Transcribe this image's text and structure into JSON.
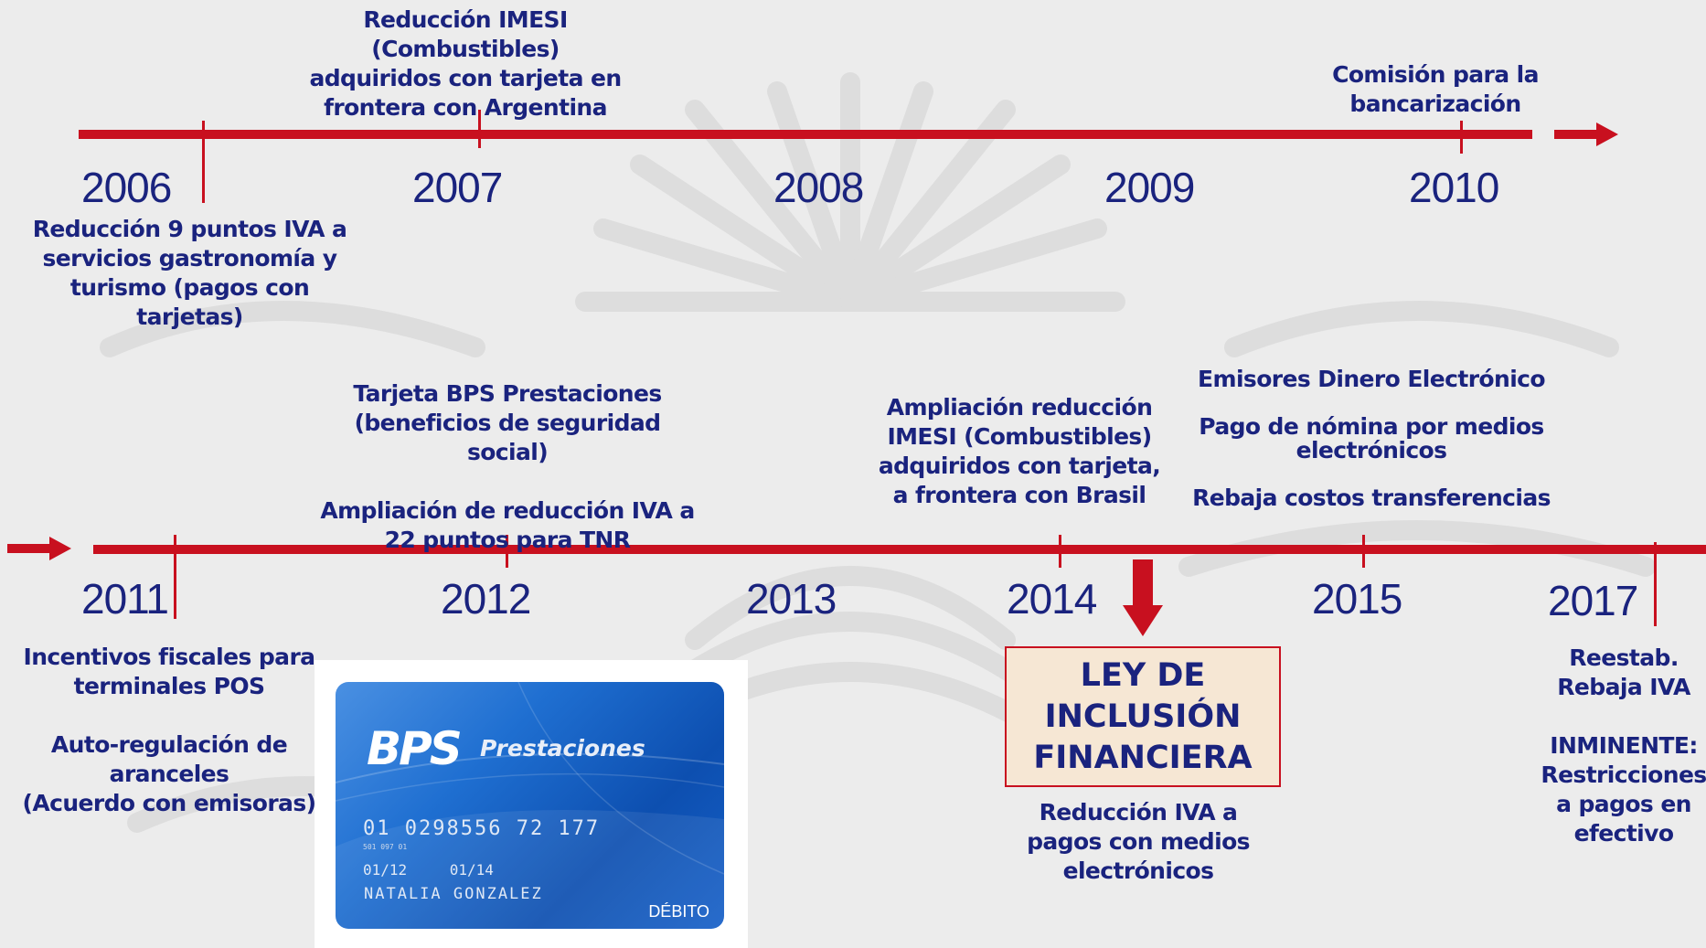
{
  "timeline1": {
    "years": [
      "2006",
      "2007",
      "2008",
      "2009",
      "2010"
    ],
    "events": {
      "e2006": "Reducción 9 puntos IVA a\nservicios gastronomía y\nturismo (pagos con\ntarjetas)",
      "e2007": "Reducción IMESI\n(Combustibles)\nadquiridos con tarjeta en\nfrontera con Argentina",
      "e2010": "Comisión para la\nbancarización"
    }
  },
  "timeline2": {
    "years": [
      "2011",
      "2012",
      "2013",
      "2014",
      "2015",
      "2017"
    ],
    "events": {
      "e2011": "Incentivos fiscales para\nterminales POS\n\nAuto-regulación de\naranceles\n(Acuerdo con emisoras)",
      "e2012": "Tarjeta BPS Prestaciones\n(beneficios de seguridad social)\n\nAmpliación de reducción IVA a\n22 puntos para TNR",
      "e2014": "Ampliación reducción\nIMESI (Combustibles)\nadquiridos con tarjeta,\na frontera con Brasil",
      "e2015": "Emisores Dinero Electrónico\n\nPago de nómina por medios\nelectrónicos\n\nRebaja costos transferencias",
      "e2017": "Reestab.\nRebaja IVA\n\nINMINENTE:\nRestricciones\na pagos en\nefectivo"
    },
    "law": {
      "title": "LEY DE\nINCLUSIÓN\nFINANCIERA",
      "description": "Reducción IVA a\npagos con medios\nelectrónicos"
    }
  },
  "card": {
    "logo": "BPS",
    "title": "Prestaciones",
    "number": "01 0298556 72 177",
    "small_code": "501 097 01",
    "dates": "01/12    01/14",
    "name": "NATALIA GONZALEZ",
    "type": "DÉBITO"
  },
  "colors": {
    "timeline": "#c8101f",
    "text": "#1a237e",
    "law_box_bg": "#f6e7d4"
  }
}
